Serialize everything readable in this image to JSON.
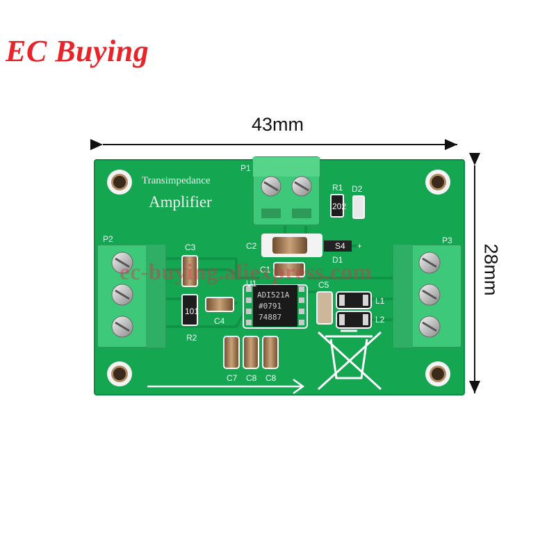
{
  "brand": {
    "text": "EC Buying",
    "color": "#e8232a"
  },
  "dimensions": {
    "width_label": "43mm",
    "height_label": "28mm"
  },
  "board": {
    "title_line1": "Transimpedance",
    "title_line2": "Amplifier",
    "color": "#14a651",
    "connectors": {
      "p1": "P1",
      "p2": "P2",
      "p3": "P3"
    },
    "components": {
      "c1": "C1",
      "c2": "C2",
      "c3": "C3",
      "c4": "C4",
      "c5": "C5",
      "c7": "C7",
      "c8a": "C8",
      "c8b": "C8",
      "r1": "R1",
      "r2": "R2",
      "d1": "D1",
      "d2": "D2",
      "u1": "U1",
      "l1": "L1",
      "l2": "L2"
    },
    "part_markings": {
      "r1_code": "202",
      "r2_code": "101",
      "d1_code": "S4",
      "d1_polarity": "+"
    },
    "chip_markings": {
      "line1": "ADI521A",
      "line2": "#0791",
      "line3": "74887"
    }
  },
  "watermark": {
    "text": "ec-buying.aliexpress.com"
  }
}
